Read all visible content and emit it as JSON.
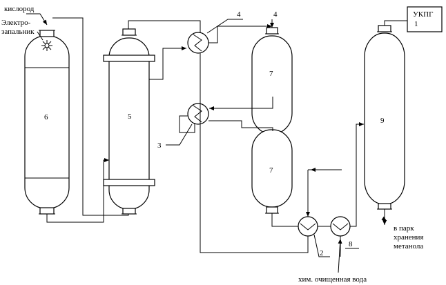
{
  "labels": {
    "oxygen": "кислород",
    "igniter_line1": "Электро-",
    "igniter_line2": "запальник",
    "ukpg_line1": "УКПГ",
    "ukpg_line2": "1",
    "to_park_line1": "в парк",
    "to_park_line2": "хранения",
    "to_park_line3": "метанола",
    "water": "хим. очищенная вода"
  },
  "numbers": {
    "n2": "2",
    "n3": "3",
    "n4a": "4",
    "n4b": "4",
    "n5": "5",
    "n6": "6",
    "n7a": "7",
    "n7b": "7",
    "n8": "8",
    "n9": "9"
  }
}
